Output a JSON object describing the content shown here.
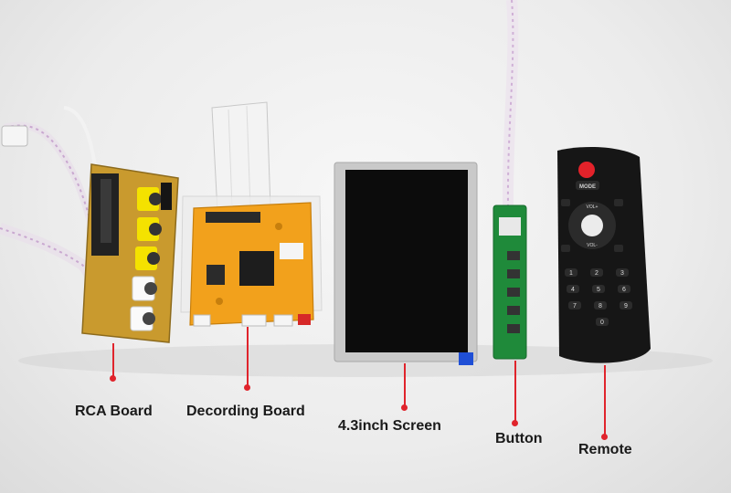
{
  "labels": {
    "rca_board": "RCA Board",
    "decoding_board": "Decording Board",
    "screen": "4.3inch Screen",
    "button": "Button",
    "remote": "Remote"
  },
  "remote_keys": {
    "mode": "MODE",
    "vol_up": "VOL+",
    "vol_down": "VOL-",
    "digits": [
      "1",
      "2",
      "3",
      "4",
      "5",
      "6",
      "7",
      "8",
      "9",
      "0"
    ]
  },
  "colors": {
    "leader": "#e0242c",
    "pcb_orange": "#f2a11c",
    "rca_yellow": "#f4e200",
    "button_pcb": "#1f8a3a"
  }
}
